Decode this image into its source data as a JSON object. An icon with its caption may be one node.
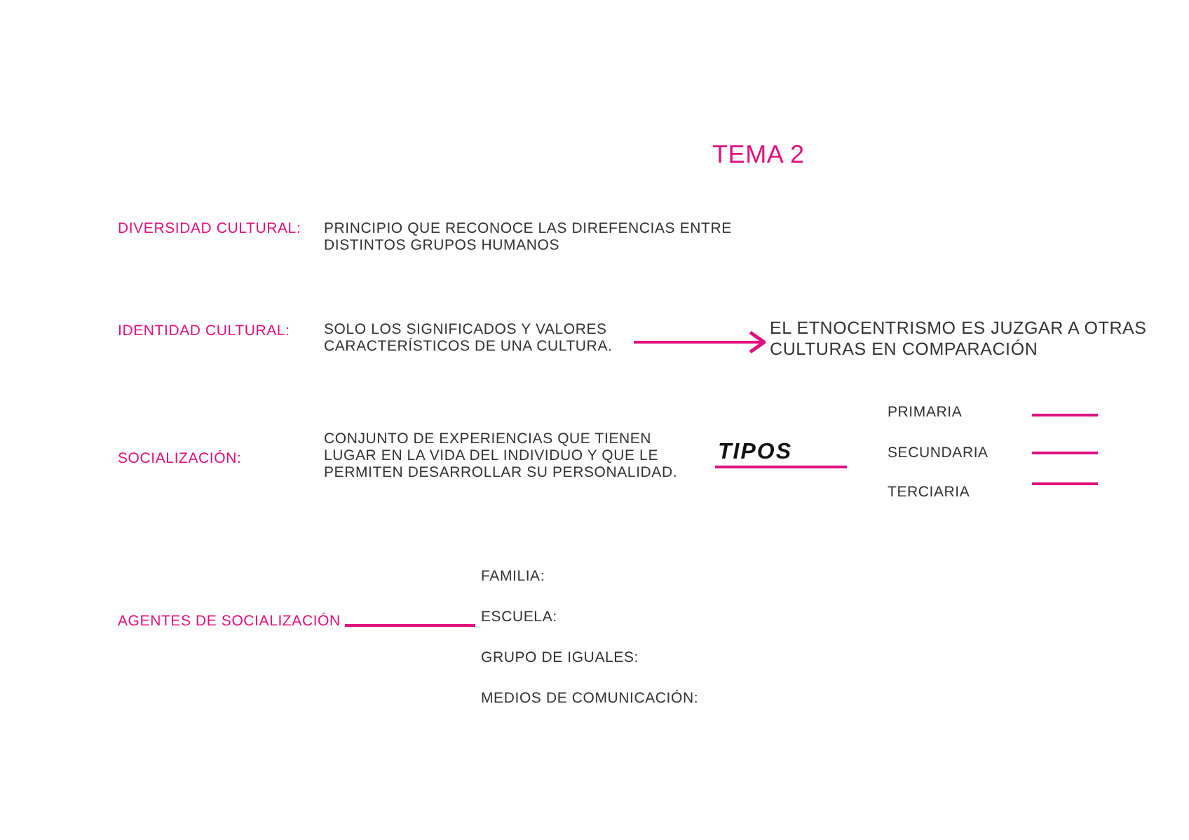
{
  "diagram": {
    "title": "TEMA 2",
    "nodes": [
      {
        "text": [
          "SOLO LOS SIGNIFICADOS Y VALORES CARACTERÍSTICOS DE UNA CULTURA."
        ]
      },
      {
        "text": [
          "EL ETNOCENTRISMO ES JUZGAR A OTRAS CULTURAS EN COMPARACIÓN"
        ]
      },
      {
        "text": [
          "AGENTES DE SOCIALIZACIÓN"
        ]
      },
      {
        "text": [
          "ESCUELA:"
        ]
      }
    ],
    "edges": [
      {
        "from": 0,
        "to": 1,
        "arrow": "to"
      },
      {
        "from": 2,
        "to": 3,
        "arrow": "none"
      }
    ],
    "labels": [
      "DIVERSIDAD CULTURAL:",
      "PRINCIPIO QUE RECONOCE LAS DIREFENCIAS ENTRE DISTINTOS GRUPOS HUMANOS",
      "IDENTIDAD CULTURAL:",
      "SOCIALIZACIÓN:",
      "CONJUNTO DE EXPERIENCIAS QUE TIENEN LUGAR EN LA VIDA DEL INDIVIDUO Y QUE LE PERMITEN DESARROLLAR SU PERSONALIDAD.",
      "TIPOS",
      "PRIMARIA",
      "SECUNDARIA",
      "TERCIARIA",
      "FAMILIA:",
      "GRUPO DE IGUALES:",
      "MEDIOS DE COMUNICACIÓN:"
    ]
  }
}
